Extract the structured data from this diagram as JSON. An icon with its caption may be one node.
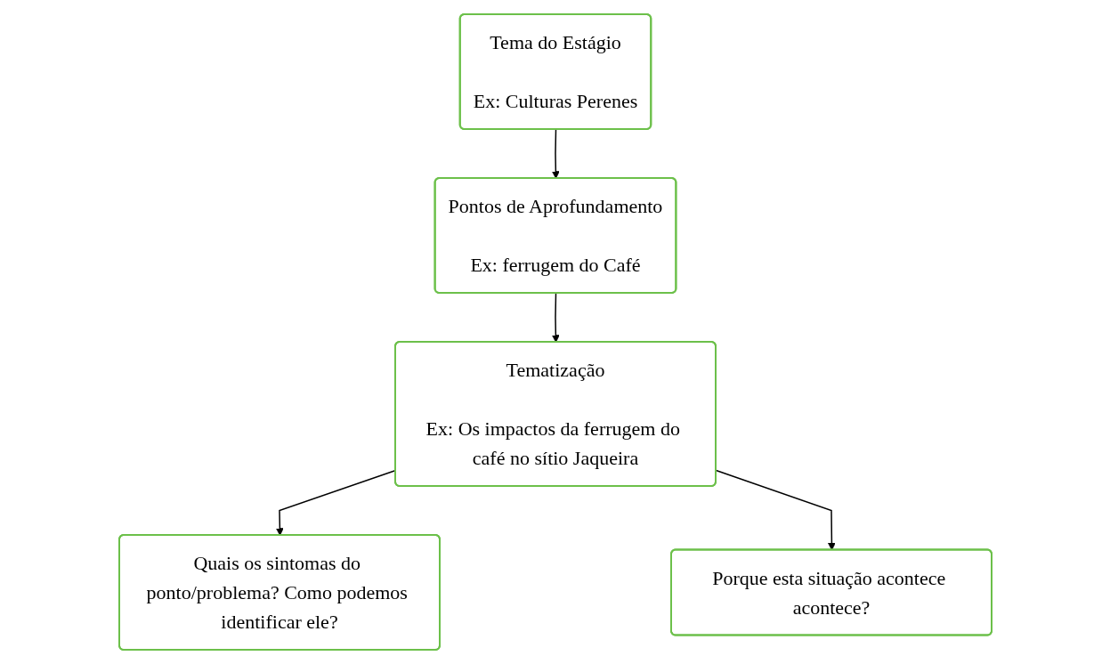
{
  "diagram": {
    "nodes": [
      {
        "text": [
          "Tema do Estágio",
          "Ex: Culturas Perenes"
        ]
      },
      {
        "text": [
          "Pontos de Aprofundamento",
          "Ex: ferrugem do Café"
        ]
      },
      {
        "text": [
          "Tematização",
          "Ex: Os impactos da ferrugem do café no sítio Jaqueira"
        ]
      },
      {
        "text": [
          "Quais os sintomas do ponto/problema? Como podemos identificar ele?"
        ]
      },
      {
        "text": [
          "Porque esta situação acontece acontece?"
        ]
      }
    ],
    "edges": [
      {
        "from": 0,
        "to": 1,
        "arrow": "to"
      },
      {
        "from": 1,
        "to": 2,
        "arrow": "to"
      },
      {
        "from": 2,
        "to": 3,
        "arrow": "to"
      },
      {
        "from": 2,
        "to": 4,
        "arrow": "to"
      }
    ]
  }
}
